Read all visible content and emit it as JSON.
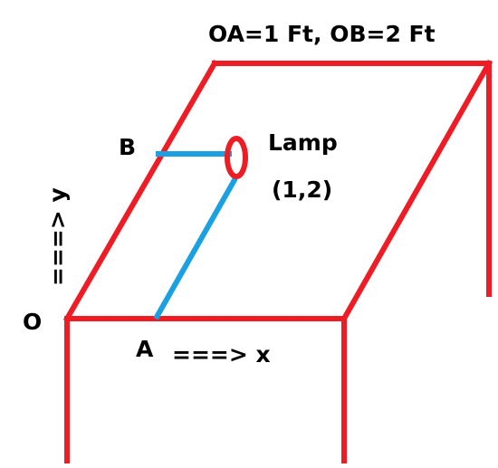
{
  "title": "OA=1 Ft, OB=2 Ft",
  "labels": {
    "origin": "O",
    "point_a": "A",
    "point_b": "B",
    "lamp_name": "Lamp",
    "lamp_coords": "(1,2)",
    "x_axis": "===> x",
    "y_axis": "===> y"
  },
  "colors": {
    "table_lines": "#ee1c24",
    "guide_lines": "#1ba1e2",
    "text": "#000000",
    "background": "#ffffff"
  }
}
